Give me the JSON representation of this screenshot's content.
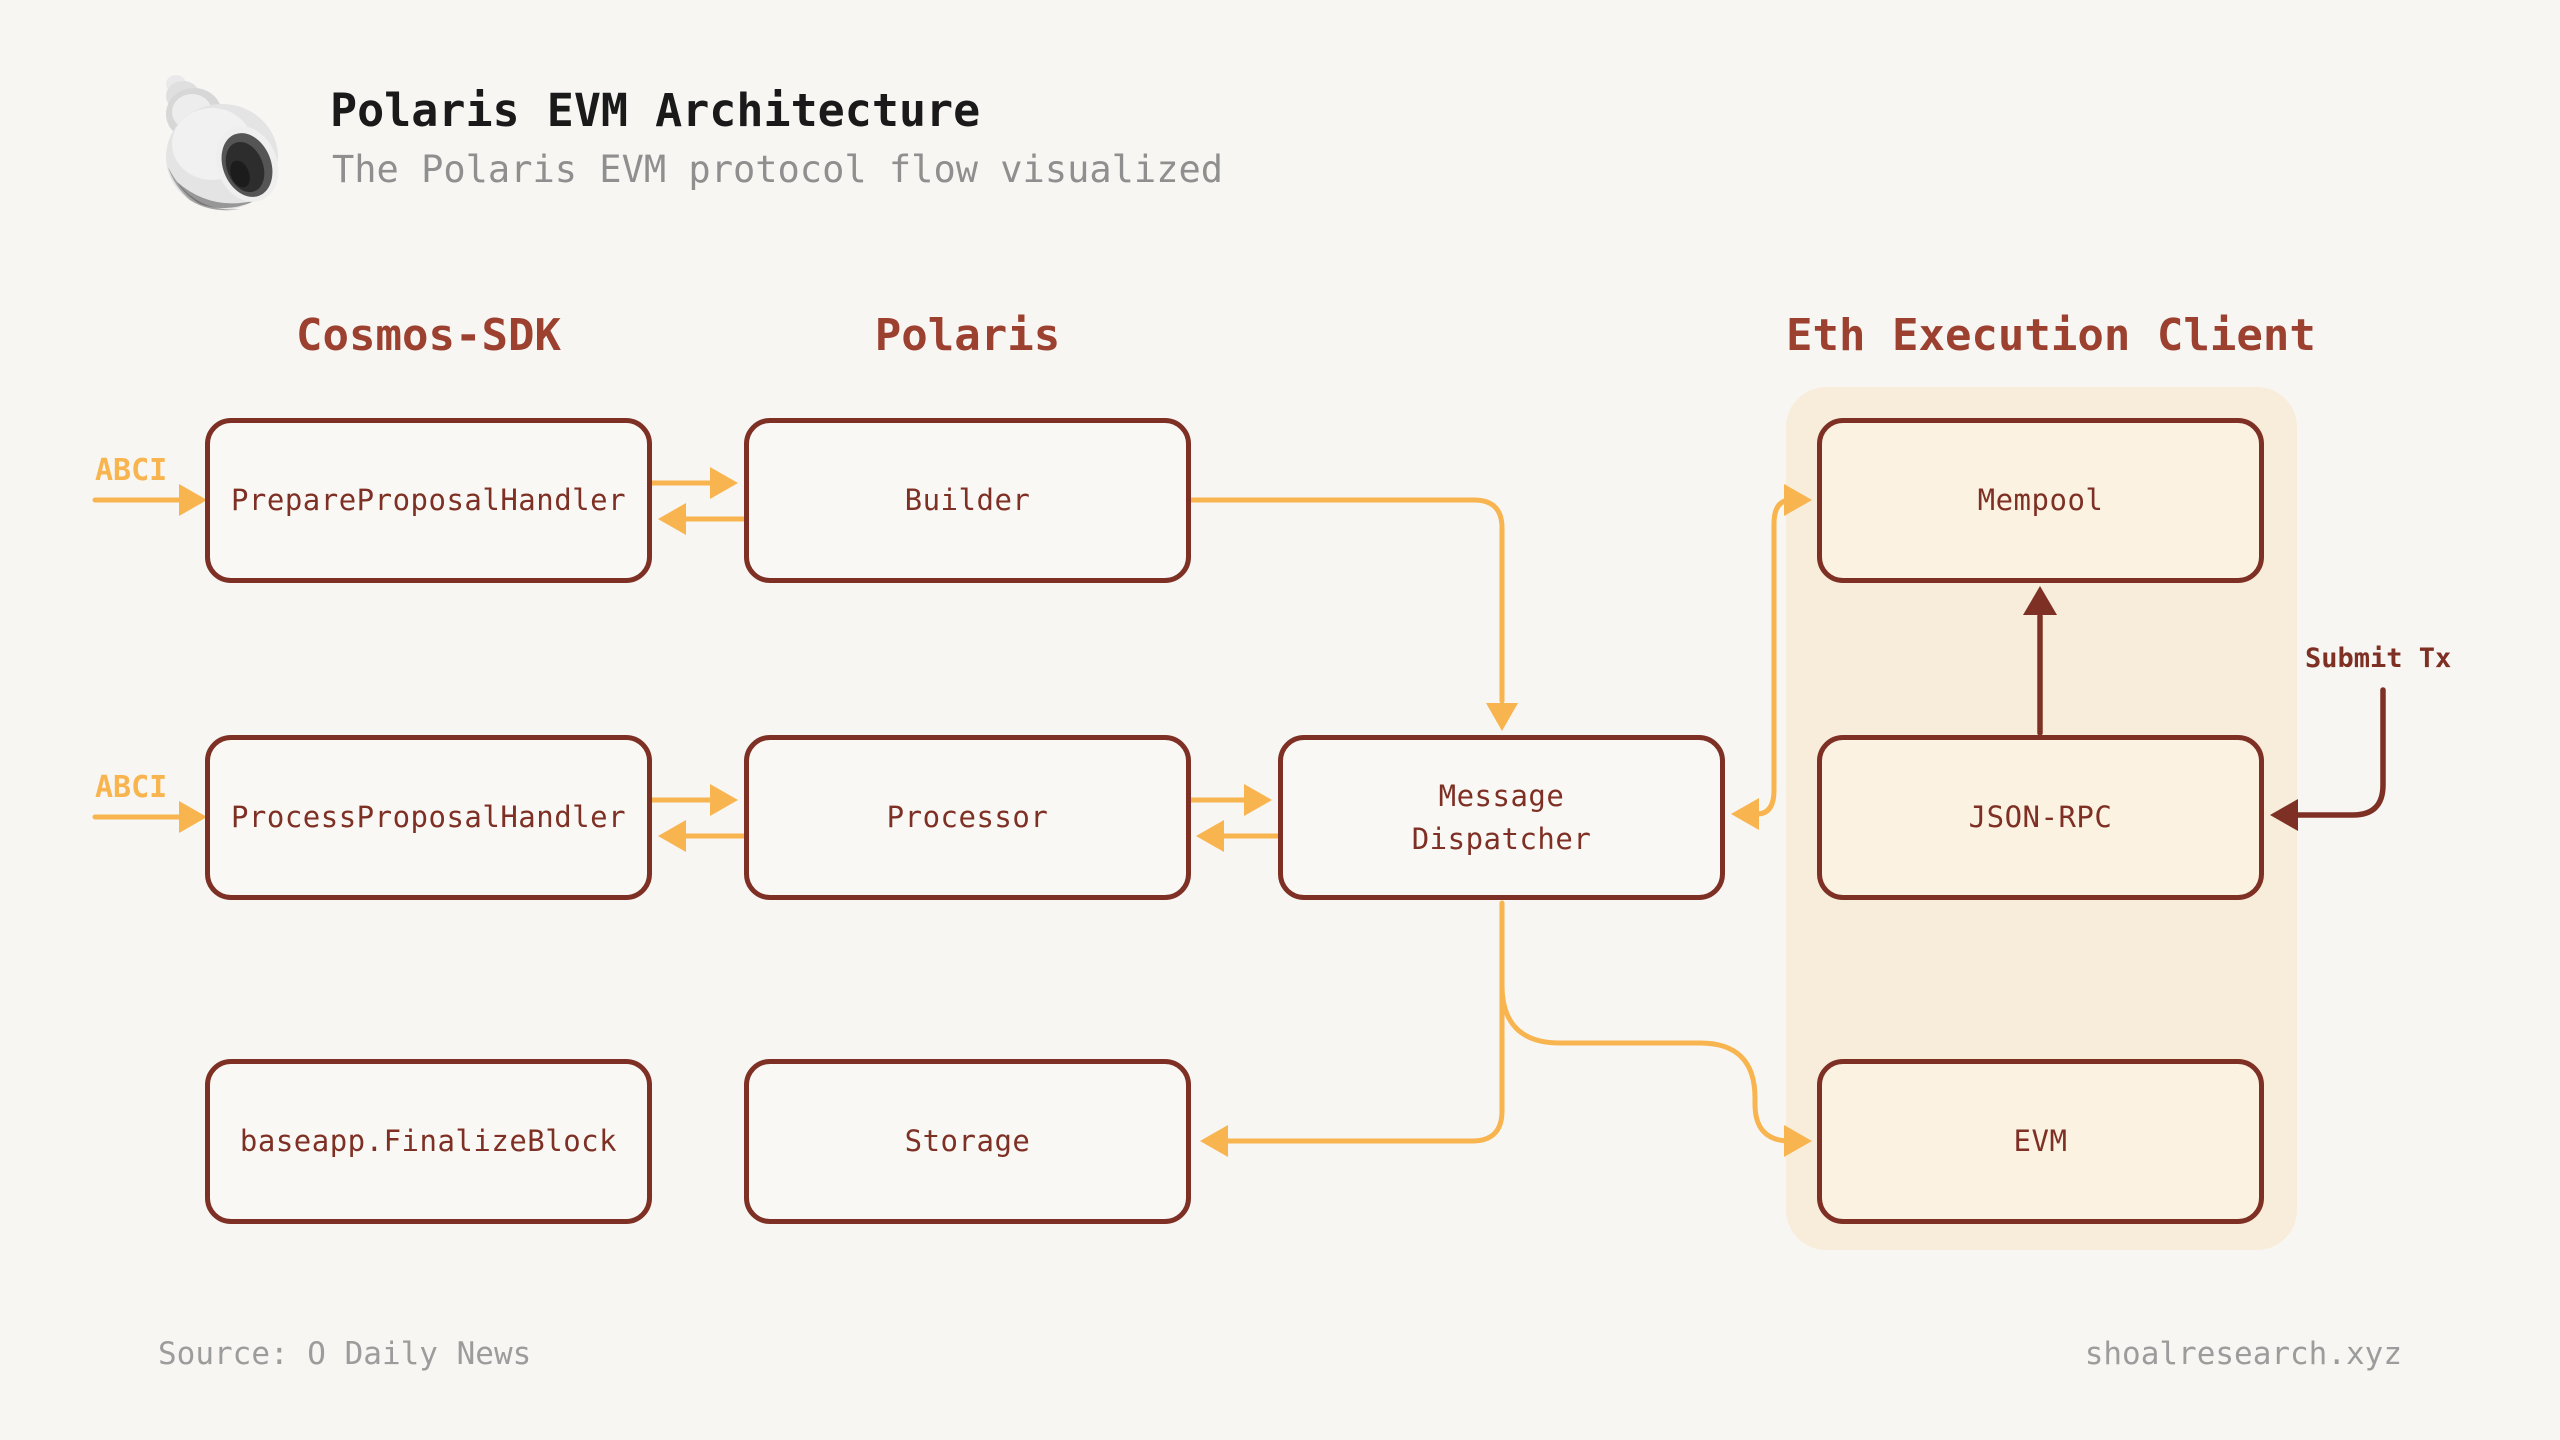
{
  "page": {
    "title": "Polaris EVM Architecture",
    "subtitle": "The Polaris EVM protocol flow visualized",
    "logo_icon": "shell-logo"
  },
  "columns": [
    {
      "label": "Cosmos-SDK"
    },
    {
      "label": "Polaris"
    },
    {
      "label": "Eth Execution Client"
    }
  ],
  "nodes": {
    "prepare": {
      "label": "PrepareProposalHandler"
    },
    "builder": {
      "label": "Builder"
    },
    "mempool": {
      "label": "Mempool"
    },
    "process": {
      "label": "ProcessProposalHandler"
    },
    "processor": {
      "label": "Processor"
    },
    "dispatcher": {
      "label": "Message\nDispatcher"
    },
    "jsonrpc": {
      "label": "JSON-RPC"
    },
    "finalize": {
      "label": "baseapp.FinalizeBlock"
    },
    "storage": {
      "label": "Storage"
    },
    "evm": {
      "label": "EVM"
    }
  },
  "edge_labels": {
    "abci_row1": "ABCI",
    "abci_row2": "ABCI",
    "submit_tx": "Submit Tx"
  },
  "footer": {
    "source": "Source: O Daily News",
    "site": "shoalresearch.xyz"
  },
  "colors": {
    "arrow_orange": "#F8B44E",
    "arrow_maroon": "#7E3024",
    "node_border": "#7E3024",
    "node_text": "#7E3024",
    "heading": "#9C4030",
    "panel_bg": "#F8EDDB",
    "panel_node_bg": "#FBF2E2",
    "page_bg": "#F7F6F3",
    "title_text": "#1A1A1A",
    "muted_text": "#8F8F8F"
  }
}
